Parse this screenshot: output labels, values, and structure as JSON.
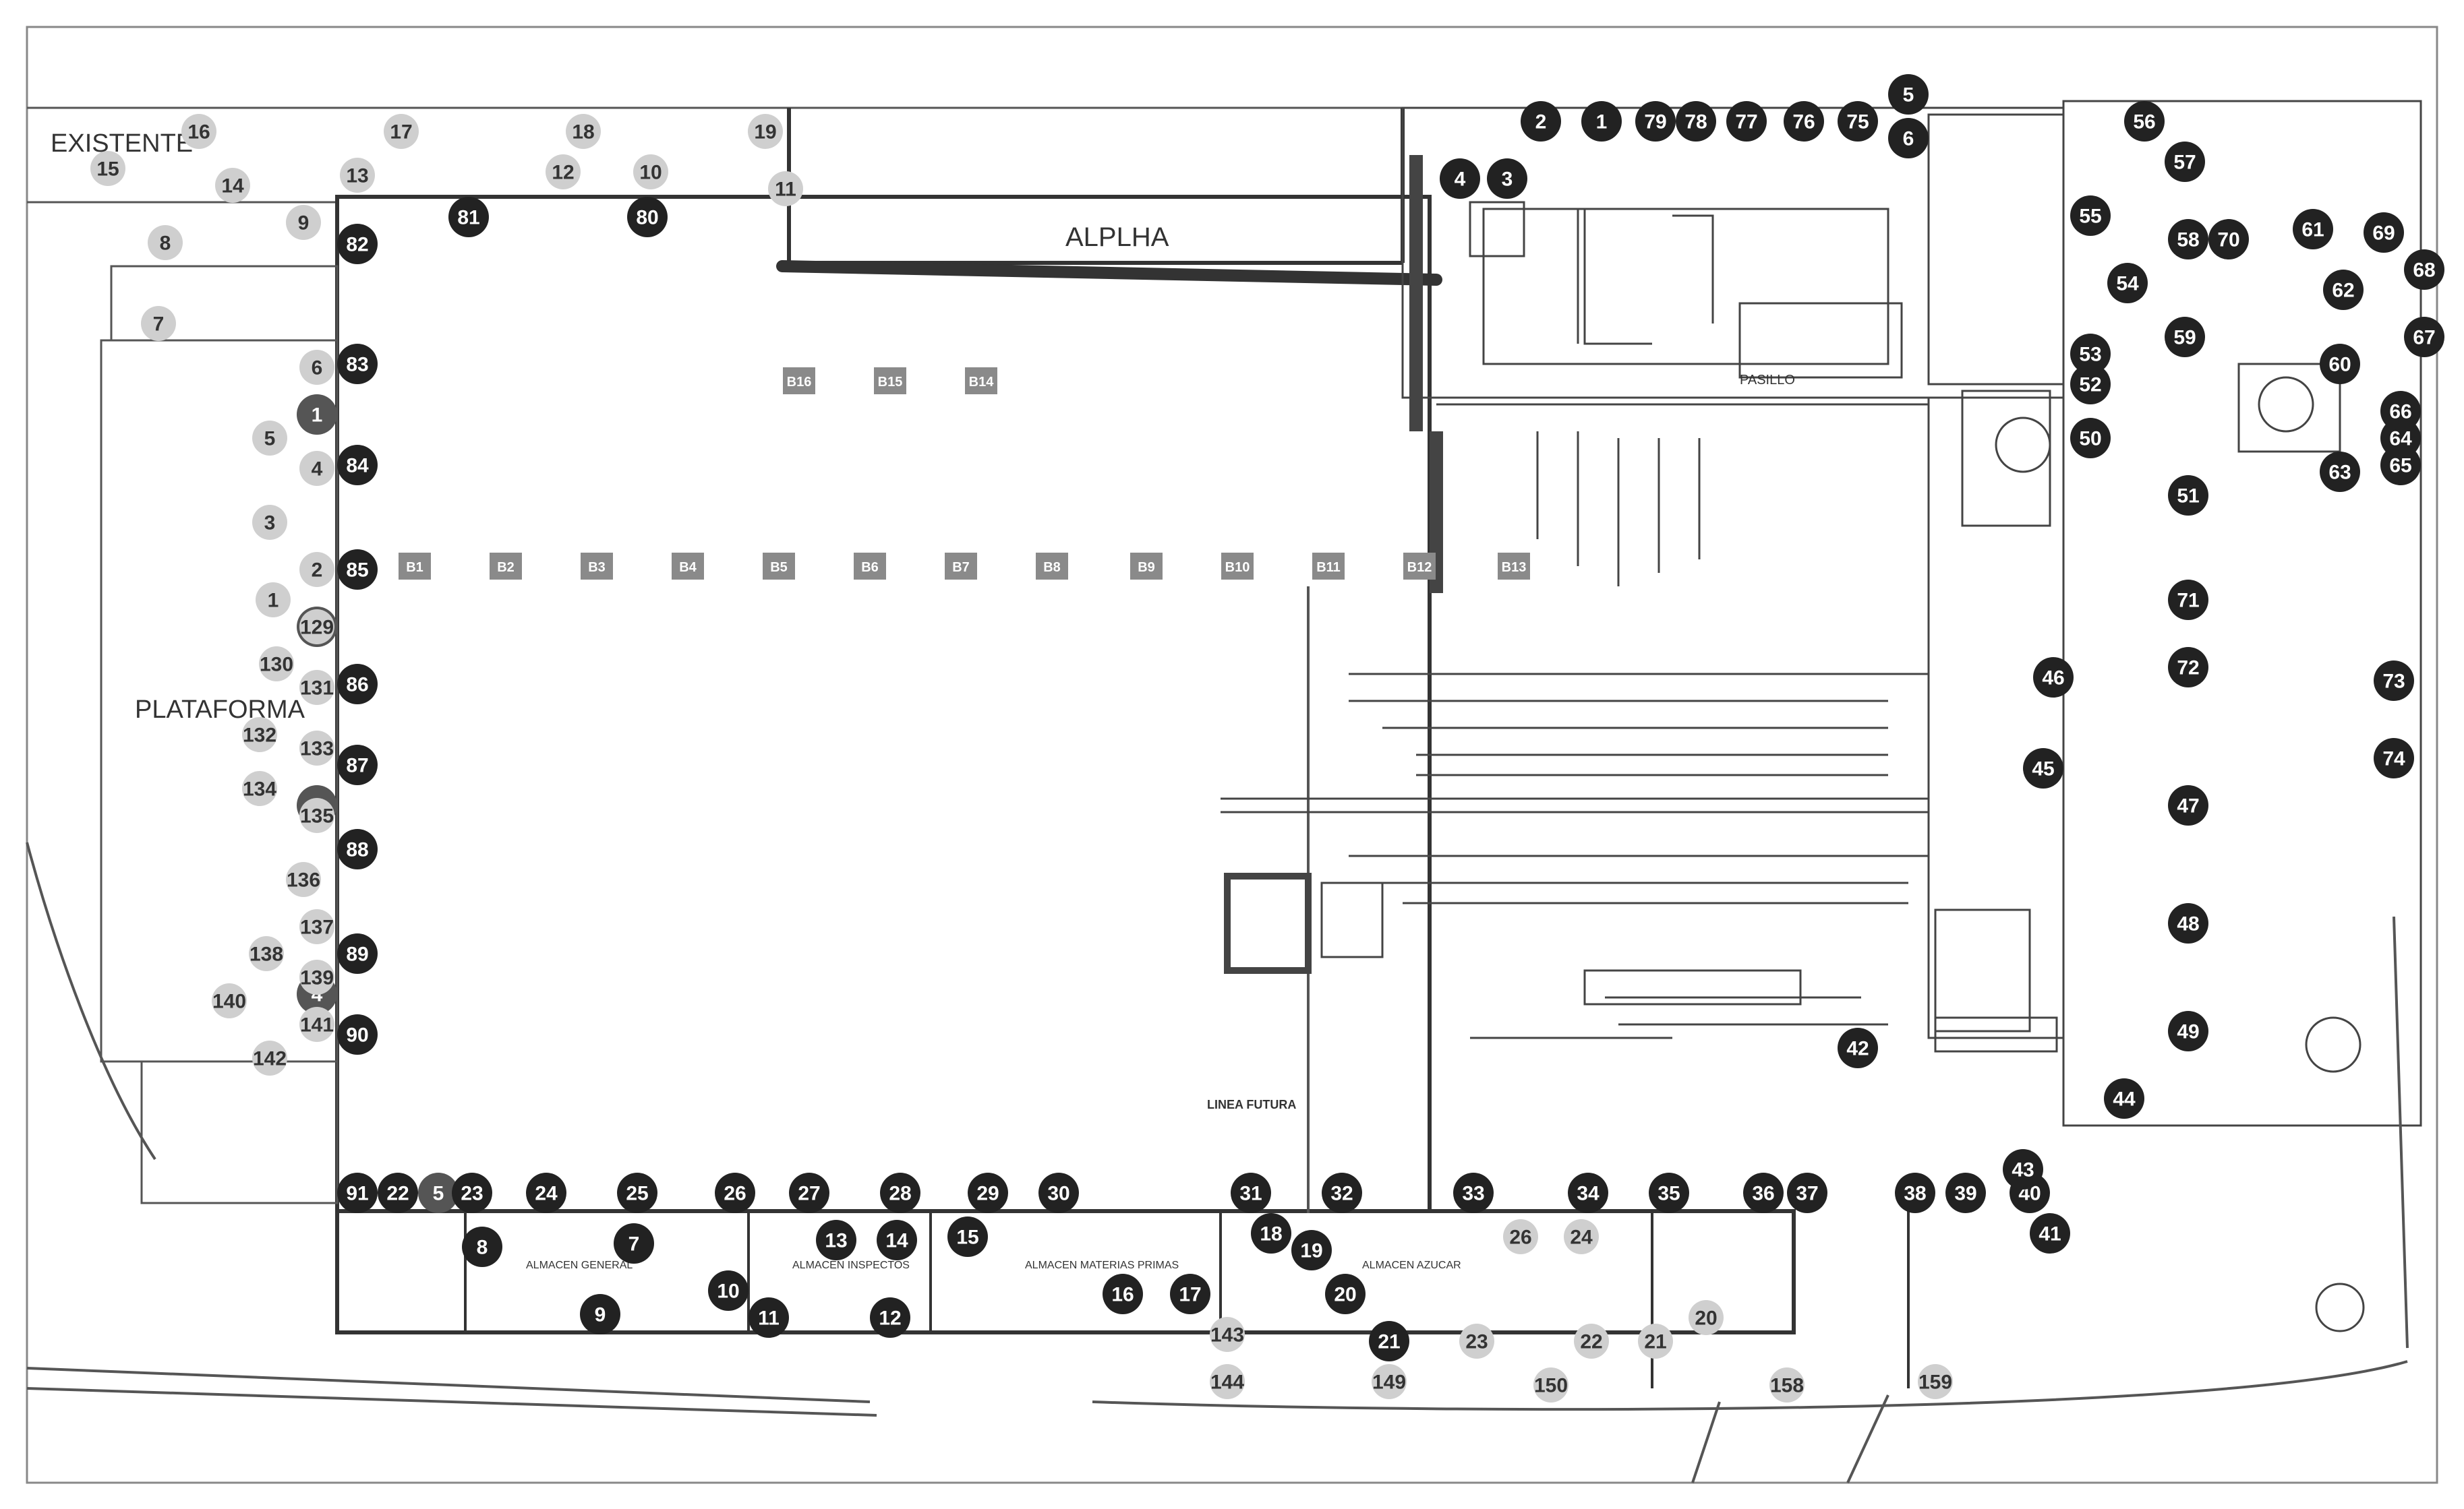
{
  "labels": {
    "existente": "EXISTENTE",
    "alplha": "ALPLHA",
    "plataforma": "PLATAFORMA",
    "pasillo": "PASILLO",
    "linea_futura": "LINEA FUTURA",
    "almacen_general": "ALMACEN GENERAL",
    "almacen_inspectos": "ALMACEN INSPECTOS",
    "almacen_materias": "ALMACEN MATERIAS PRIMAS",
    "almacen_azucar": "ALMACEN AZUCAR"
  },
  "colors": {
    "dark_marker": "#222222",
    "mid_marker": "#555555",
    "light_marker": "#cfcfcf",
    "line": "#333333"
  },
  "markers": [
    {
      "n": "81",
      "t": "d"
    },
    {
      "n": "80",
      "t": "d"
    },
    {
      "n": "82",
      "t": "d"
    },
    {
      "n": "83",
      "t": "d"
    },
    {
      "n": "1",
      "t": "m"
    },
    {
      "n": "84",
      "t": "d"
    },
    {
      "n": "85",
      "t": "d"
    },
    {
      "n": "2",
      "t": "m"
    },
    {
      "n": "86",
      "t": "d"
    },
    {
      "n": "87",
      "t": "d"
    },
    {
      "n": "3",
      "t": "m"
    },
    {
      "n": "88",
      "t": "d"
    },
    {
      "n": "89",
      "t": "d"
    },
    {
      "n": "4",
      "t": "m"
    },
    {
      "n": "90",
      "t": "d"
    },
    {
      "n": "91",
      "t": "d"
    },
    {
      "n": "22",
      "t": "d"
    },
    {
      "n": "5",
      "t": "m"
    },
    {
      "n": "23",
      "t": "d"
    },
    {
      "n": "24",
      "t": "d"
    },
    {
      "n": "25",
      "t": "d"
    },
    {
      "n": "26",
      "t": "d"
    },
    {
      "n": "27",
      "t": "d"
    },
    {
      "n": "28",
      "t": "d"
    },
    {
      "n": "29",
      "t": "d"
    },
    {
      "n": "30",
      "t": "d"
    },
    {
      "n": "31",
      "t": "d"
    },
    {
      "n": "32",
      "t": "d"
    },
    {
      "n": "33",
      "t": "d"
    },
    {
      "n": "34",
      "t": "d"
    },
    {
      "n": "35",
      "t": "d"
    },
    {
      "n": "36",
      "t": "d"
    },
    {
      "n": "37",
      "t": "d"
    },
    {
      "n": "38",
      "t": "d"
    },
    {
      "n": "39",
      "t": "d"
    },
    {
      "n": "40",
      "t": "d"
    },
    {
      "n": "41",
      "t": "d"
    },
    {
      "n": "42",
      "t": "d"
    },
    {
      "n": "43",
      "t": "d"
    },
    {
      "n": "44",
      "t": "d"
    },
    {
      "n": "45",
      "t": "d"
    },
    {
      "n": "46",
      "t": "d"
    },
    {
      "n": "47",
      "t": "d"
    },
    {
      "n": "48",
      "t": "d"
    },
    {
      "n": "49",
      "t": "d"
    },
    {
      "n": "50",
      "t": "d"
    },
    {
      "n": "51",
      "t": "d"
    },
    {
      "n": "52",
      "t": "d"
    },
    {
      "n": "53",
      "t": "d"
    },
    {
      "n": "54",
      "t": "d"
    },
    {
      "n": "55",
      "t": "d"
    },
    {
      "n": "56",
      "t": "d"
    },
    {
      "n": "57",
      "t": "d"
    },
    {
      "n": "58",
      "t": "d"
    },
    {
      "n": "59",
      "t": "d"
    },
    {
      "n": "60",
      "t": "d"
    },
    {
      "n": "61",
      "t": "d"
    },
    {
      "n": "62",
      "t": "d"
    },
    {
      "n": "63",
      "t": "d"
    },
    {
      "n": "64",
      "t": "d"
    },
    {
      "n": "65",
      "t": "d"
    },
    {
      "n": "66",
      "t": "d"
    },
    {
      "n": "67",
      "t": "d"
    },
    {
      "n": "68",
      "t": "d"
    },
    {
      "n": "69",
      "t": "d"
    },
    {
      "n": "70",
      "t": "d"
    },
    {
      "n": "71",
      "t": "d"
    },
    {
      "n": "72",
      "t": "d"
    },
    {
      "n": "73",
      "t": "d"
    },
    {
      "n": "74",
      "t": "d"
    },
    {
      "n": "75",
      "t": "d"
    },
    {
      "n": "76",
      "t": "d"
    },
    {
      "n": "77",
      "t": "d"
    },
    {
      "n": "78",
      "t": "d"
    },
    {
      "n": "79",
      "t": "d"
    },
    {
      "n": "1",
      "t": "d"
    },
    {
      "n": "2",
      "t": "d"
    },
    {
      "n": "3",
      "t": "d"
    },
    {
      "n": "4",
      "t": "d"
    },
    {
      "n": "5",
      "t": "d"
    },
    {
      "n": "6",
      "t": "d"
    },
    {
      "n": "7",
      "t": "d"
    },
    {
      "n": "8",
      "t": "d"
    },
    {
      "n": "9",
      "t": "d"
    },
    {
      "n": "10",
      "t": "d"
    },
    {
      "n": "11",
      "t": "d"
    },
    {
      "n": "12",
      "t": "d"
    },
    {
      "n": "13",
      "t": "d"
    },
    {
      "n": "14",
      "t": "d"
    },
    {
      "n": "15",
      "t": "d"
    },
    {
      "n": "16",
      "t": "d"
    },
    {
      "n": "17",
      "t": "d"
    },
    {
      "n": "18",
      "t": "d"
    },
    {
      "n": "19",
      "t": "d"
    },
    {
      "n": "20",
      "t": "d"
    },
    {
      "n": "21",
      "t": "d"
    },
    {
      "n": "23",
      "t": "l"
    },
    {
      "n": "22",
      "t": "l"
    },
    {
      "n": "21",
      "t": "l"
    },
    {
      "n": "20",
      "t": "l"
    },
    {
      "n": "24",
      "t": "l"
    },
    {
      "n": "26",
      "t": "l"
    },
    {
      "n": "16",
      "t": "l"
    },
    {
      "n": "17",
      "t": "l"
    },
    {
      "n": "18",
      "t": "l"
    },
    {
      "n": "19",
      "t": "l"
    },
    {
      "n": "15",
      "t": "l"
    },
    {
      "n": "14",
      "t": "l"
    },
    {
      "n": "13",
      "t": "l"
    },
    {
      "n": "12",
      "t": "l"
    },
    {
      "n": "10",
      "t": "l"
    },
    {
      "n": "11",
      "t": "l"
    },
    {
      "n": "9",
      "t": "l"
    },
    {
      "n": "8",
      "t": "l"
    },
    {
      "n": "7",
      "t": "l"
    },
    {
      "n": "6",
      "t": "l"
    },
    {
      "n": "5",
      "t": "l"
    },
    {
      "n": "4",
      "t": "l"
    },
    {
      "n": "3",
      "t": "l"
    },
    {
      "n": "2",
      "t": "l"
    },
    {
      "n": "1",
      "t": "l"
    },
    {
      "n": "129",
      "t": "l"
    },
    {
      "n": "130",
      "t": "l"
    },
    {
      "n": "131",
      "t": "l"
    },
    {
      "n": "132",
      "t": "l"
    },
    {
      "n": "133",
      "t": "l"
    },
    {
      "n": "134",
      "t": "l"
    },
    {
      "n": "135",
      "t": "l"
    },
    {
      "n": "136",
      "t": "l"
    },
    {
      "n": "137",
      "t": "l"
    },
    {
      "n": "138",
      "t": "l"
    },
    {
      "n": "139",
      "t": "l"
    },
    {
      "n": "140",
      "t": "l"
    },
    {
      "n": "141",
      "t": "l"
    },
    {
      "n": "142",
      "t": "l"
    },
    {
      "n": "143",
      "t": "l"
    },
    {
      "n": "144",
      "t": "l"
    },
    {
      "n": "149",
      "t": "l"
    },
    {
      "n": "150",
      "t": "l"
    },
    {
      "n": "158",
      "t": "l"
    },
    {
      "n": "159",
      "t": "l"
    }
  ],
  "columns": [
    {
      "n": "B1"
    },
    {
      "n": "B2"
    },
    {
      "n": "B3"
    },
    {
      "n": "B4"
    },
    {
      "n": "B5"
    },
    {
      "n": "B6"
    },
    {
      "n": "B7"
    },
    {
      "n": "B8"
    },
    {
      "n": "B9"
    },
    {
      "n": "B10"
    },
    {
      "n": "B11"
    },
    {
      "n": "B12"
    },
    {
      "n": "B13"
    },
    {
      "n": "B14"
    },
    {
      "n": "B15"
    },
    {
      "n": "B16"
    }
  ]
}
